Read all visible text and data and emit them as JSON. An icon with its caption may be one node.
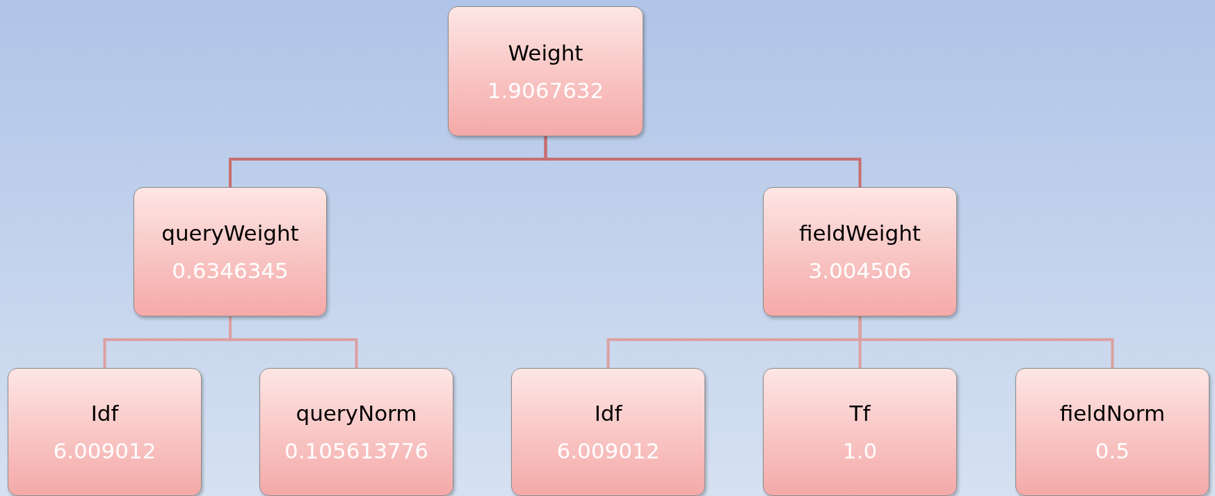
{
  "diagram": {
    "nodes": [
      {
        "text": [
          "Weight",
          "1.9067632"
        ]
      },
      {
        "text": [
          "queryWeight",
          "0.6346345"
        ]
      },
      {
        "text": [
          "fieldWeight",
          "3.004506"
        ]
      },
      {
        "text": [
          "Idf",
          "6.009012"
        ]
      },
      {
        "text": [
          "queryNorm",
          "0.105613776"
        ]
      },
      {
        "text": [
          "Idf",
          "6.009012"
        ]
      },
      {
        "text": [
          "Tf",
          "1.0"
        ]
      },
      {
        "text": [
          "fieldNorm",
          "0.5"
        ]
      }
    ],
    "edges": [
      {
        "from": 0,
        "to": 1,
        "arrow": "none",
        "color": "#c86e6e"
      },
      {
        "from": 0,
        "to": 2,
        "arrow": "none",
        "color": "#c86e6e"
      },
      {
        "from": 1,
        "to": 3,
        "arrow": "none"
      },
      {
        "from": 1,
        "to": 4,
        "arrow": "none"
      },
      {
        "from": 2,
        "to": 5,
        "arrow": "none"
      },
      {
        "from": 2,
        "to": 6,
        "arrow": "none"
      },
      {
        "from": 2,
        "to": 7,
        "arrow": "none"
      }
    ]
  }
}
